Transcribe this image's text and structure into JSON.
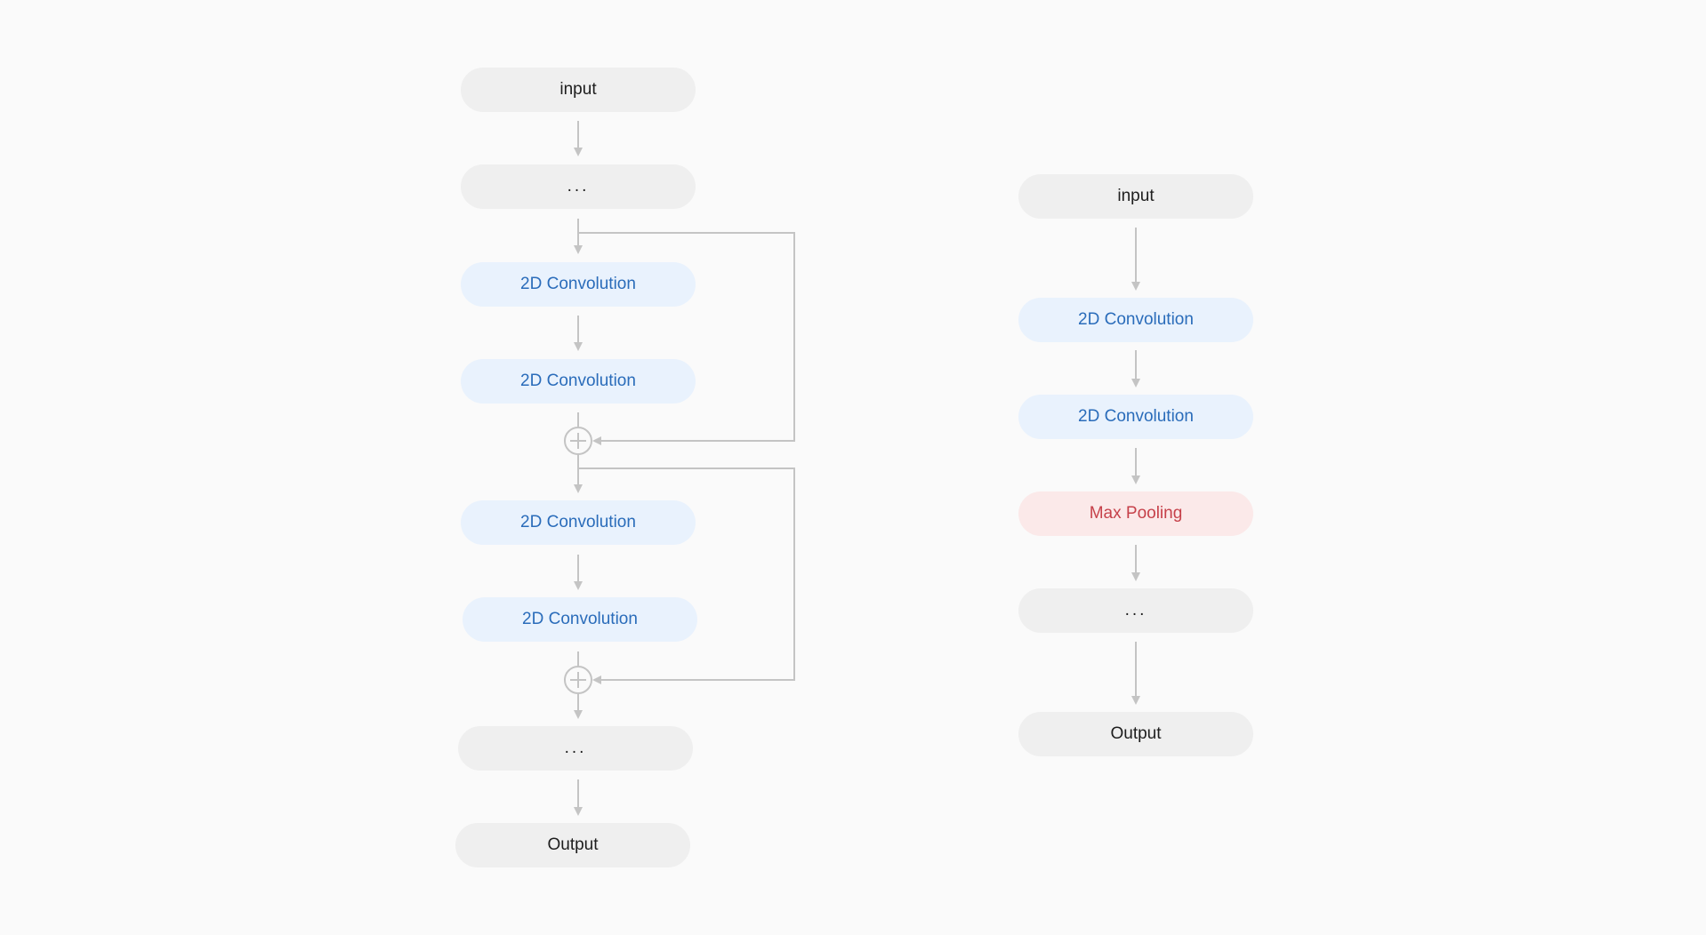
{
  "left_network": {
    "nodes": [
      {
        "id": "l-input",
        "label": "input",
        "kind": "io"
      },
      {
        "id": "l-dots-1",
        "label": "...",
        "kind": "io"
      },
      {
        "id": "l-conv-1",
        "label": "2D Convolution",
        "kind": "conv"
      },
      {
        "id": "l-conv-2",
        "label": "2D Convolution",
        "kind": "conv"
      },
      {
        "id": "l-conv-3",
        "label": "2D Convolution",
        "kind": "conv"
      },
      {
        "id": "l-conv-4",
        "label": "2D Convolution",
        "kind": "conv"
      },
      {
        "id": "l-dots-2",
        "label": "...",
        "kind": "io"
      },
      {
        "id": "l-output",
        "label": "Output",
        "kind": "io"
      }
    ],
    "residual_connections": [
      {
        "from": "l-dots-1",
        "to": "add-1",
        "skips": [
          "l-conv-1",
          "l-conv-2"
        ]
      },
      {
        "from": "add-1",
        "to": "add-2",
        "skips": [
          "l-conv-3",
          "l-conv-4"
        ]
      }
    ],
    "add_operator_glyph": "+"
  },
  "right_network": {
    "nodes": [
      {
        "id": "r-input",
        "label": "input",
        "kind": "io"
      },
      {
        "id": "r-conv-1",
        "label": "2D Convolution",
        "kind": "conv"
      },
      {
        "id": "r-conv-2",
        "label": "2D Convolution",
        "kind": "conv"
      },
      {
        "id": "r-pool",
        "label": "Max Pooling",
        "kind": "pool"
      },
      {
        "id": "r-dots",
        "label": "...",
        "kind": "io"
      },
      {
        "id": "r-output",
        "label": "Output",
        "kind": "io"
      }
    ]
  },
  "colors": {
    "background": "#fafafa",
    "io_fill": "#efefef",
    "io_text": "#1e1e1e",
    "conv_fill": "#e9f2fd",
    "conv_text": "#2a6cba",
    "pool_fill": "#fbe9e9",
    "pool_text": "#c6414a",
    "connector": "#c4c4c4"
  }
}
